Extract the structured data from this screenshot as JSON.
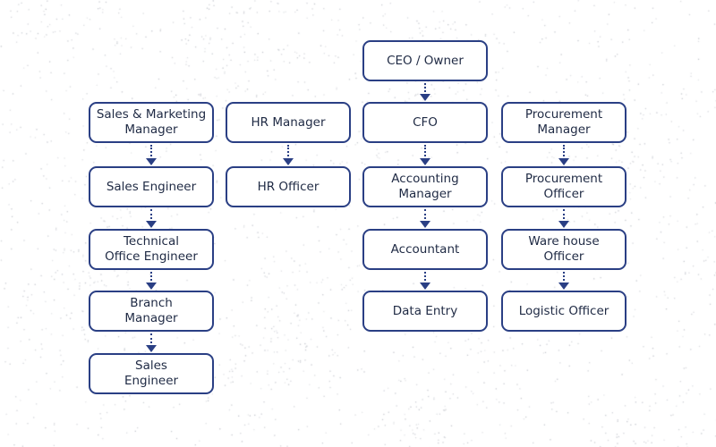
{
  "colors": {
    "border": "#2a3f84",
    "text": "#1f2a44",
    "dots": "#b9bcc4"
  },
  "nodes": {
    "ceo": "CEO / Owner",
    "sales_marketing_manager": "Sales & Marketing\nManager",
    "sales_engineer_1": "Sales Engineer",
    "technical_office_engineer": "Technical\nOffice Engineer",
    "branch_manager": "Branch\nManager",
    "sales_engineer_2": "Sales\nEngineer",
    "hr_manager": "HR Manager",
    "hr_officer": "HR Officer",
    "cfo": "CFO",
    "accounting_manager": "Accounting\nManager",
    "accountant": "Accountant",
    "data_entry": "Data Entry",
    "procurement_manager": "Procurement\nManager",
    "procurement_officer": "Procurement\nOfficer",
    "warehouse_officer": "Ware house\nOfficer",
    "logistic_officer": "Logistic Officer"
  }
}
